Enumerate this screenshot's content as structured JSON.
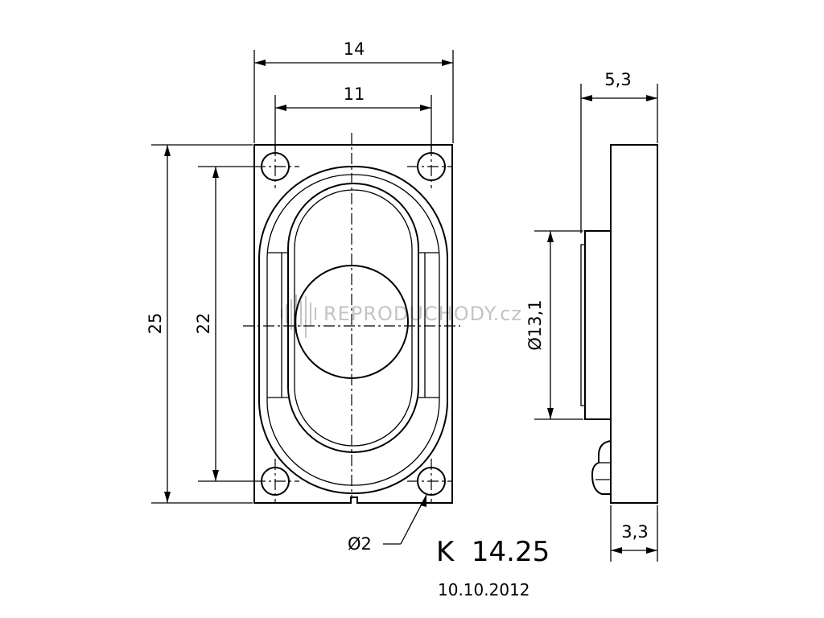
{
  "drawing": {
    "model": "K  14.25",
    "date": "10.10.2012",
    "watermark": "REPRODUCHODY.cz",
    "dimensions": {
      "overall_width": "14",
      "hole_spacing_width": "11",
      "overall_height": "25",
      "hole_spacing_height": "22",
      "depth": "5,3",
      "magnet_diameter": "Ø13,1",
      "terminal_depth": "3,3",
      "hole_diameter": "Ø2"
    }
  }
}
